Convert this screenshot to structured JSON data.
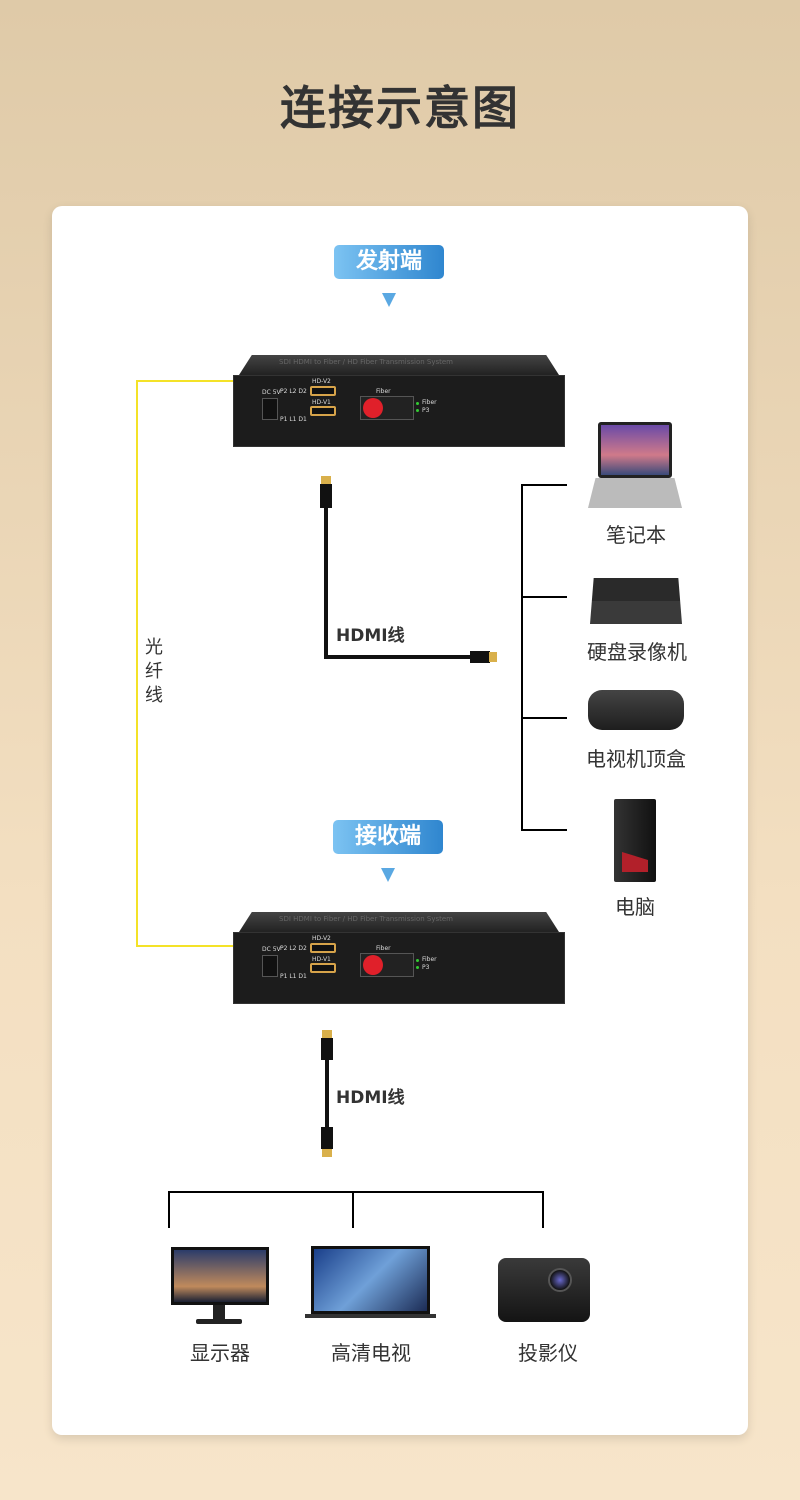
{
  "title": "连接示意图",
  "transmitter_label": "发射端",
  "receiver_label": "接收端",
  "fiber_label": [
    "光",
    "纤",
    "线"
  ],
  "hdmi_label": "HDMI线",
  "device_panel": {
    "top_text": "SDI HDMI to Fiber / HD Fiber Transmission System",
    "hdv2": "HD-V2",
    "hdv1": "HD-V1",
    "dc": "DC 5V",
    "fiber": "Fiber",
    "p3": "P3",
    "row2": "P2 L2 D2",
    "row1": "P1 L1 D1"
  },
  "sources": [
    {
      "label": "笔记本",
      "icon": "laptop-icon"
    },
    {
      "label": "硬盘录像机",
      "icon": "dvr-icon"
    },
    {
      "label": "电视机顶盒",
      "icon": "settop-box-icon"
    },
    {
      "label": "电脑",
      "icon": "desktop-pc-icon"
    }
  ],
  "displays": [
    {
      "label": "显示器",
      "icon": "monitor-icon"
    },
    {
      "label": "高清电视",
      "icon": "tv-icon"
    },
    {
      "label": "投影仪",
      "icon": "projector-icon"
    }
  ],
  "colors": {
    "badge_start": "#7cc3f2",
    "badge_end": "#2f86cf",
    "fiber": "#f4e228"
  }
}
